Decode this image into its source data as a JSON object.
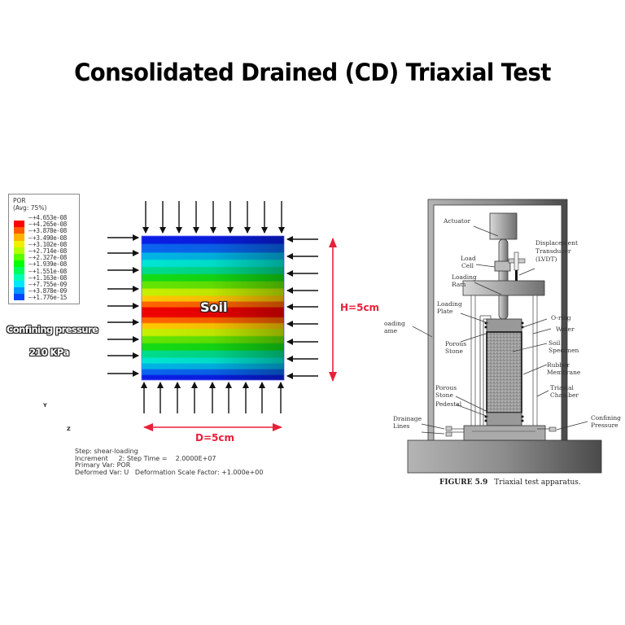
{
  "title": "Consolidated Drained (CD) Triaxial Test",
  "legend": {
    "variable": "POR",
    "averaging": "(Avg: 75%)",
    "values": [
      "+4.653e-08",
      "+4.265e-08",
      "+3.878e-08",
      "+3.490e-08",
      "+3.102e-08",
      "+2.714e-08",
      "+2.327e-08",
      "+1.939e-08",
      "+1.551e-08",
      "+1.163e-08",
      "+7.755e-09",
      "+3.878e-09",
      "+1.776e-15"
    ],
    "colors": [
      "#ff0000",
      "#ff5a00",
      "#ffb400",
      "#f0f000",
      "#b4ff00",
      "#5aff00",
      "#00ff00",
      "#00ff5a",
      "#00ffb4",
      "#00e6ff",
      "#0096ff",
      "#0046ff",
      "#0000ff"
    ]
  },
  "confining": {
    "label": "Confining pressure",
    "value": "210 KPa"
  },
  "model": {
    "soil_label": "Soil",
    "height_label": "H=5cm",
    "diameter_label": "D=5cm",
    "dimension_color": "#e8203a"
  },
  "triad": {
    "y": "Y",
    "z": "Z"
  },
  "step_info": {
    "step": "Step: shear-loading",
    "increment": "Increment     2: Step Time =    2.0000E+07",
    "primary_var": "Primary Var: POR",
    "deformed_var": "Deformed Var: U   Deformation Scale Factor: +1.000e+00"
  },
  "apparatus": {
    "labels": {
      "actuator": "Actuator",
      "displacement1": "Displacement",
      "displacement2": "Transducer",
      "displacement3": "(LVDT)",
      "load1": "Load",
      "load2": "Cell",
      "ram1": "Loading",
      "ram2": "Ram",
      "plate1": "Loading",
      "plate2": "Plate",
      "frame1": "oading",
      "frame2": "ame",
      "oring": "O-ring",
      "water": "Water",
      "porous_top1": "Porous",
      "porous_top2": "Stone",
      "soil1": "Soil",
      "soil2": "Specimen",
      "rubber1": "Rubber",
      "rubber2": "Membrane",
      "porous_bot1": "Porous",
      "porous_bot2": "Stone",
      "chamber1": "Triaxial",
      "chamber2": "Chamber",
      "pedestal": "Pedestal",
      "drainage1": "Drainage",
      "drainage2": "Lines",
      "confining1": "Confining",
      "confining2": "Pressure"
    },
    "figure_number": "FIGURE 5.9",
    "figure_caption": "Triaxial test apparatus."
  }
}
